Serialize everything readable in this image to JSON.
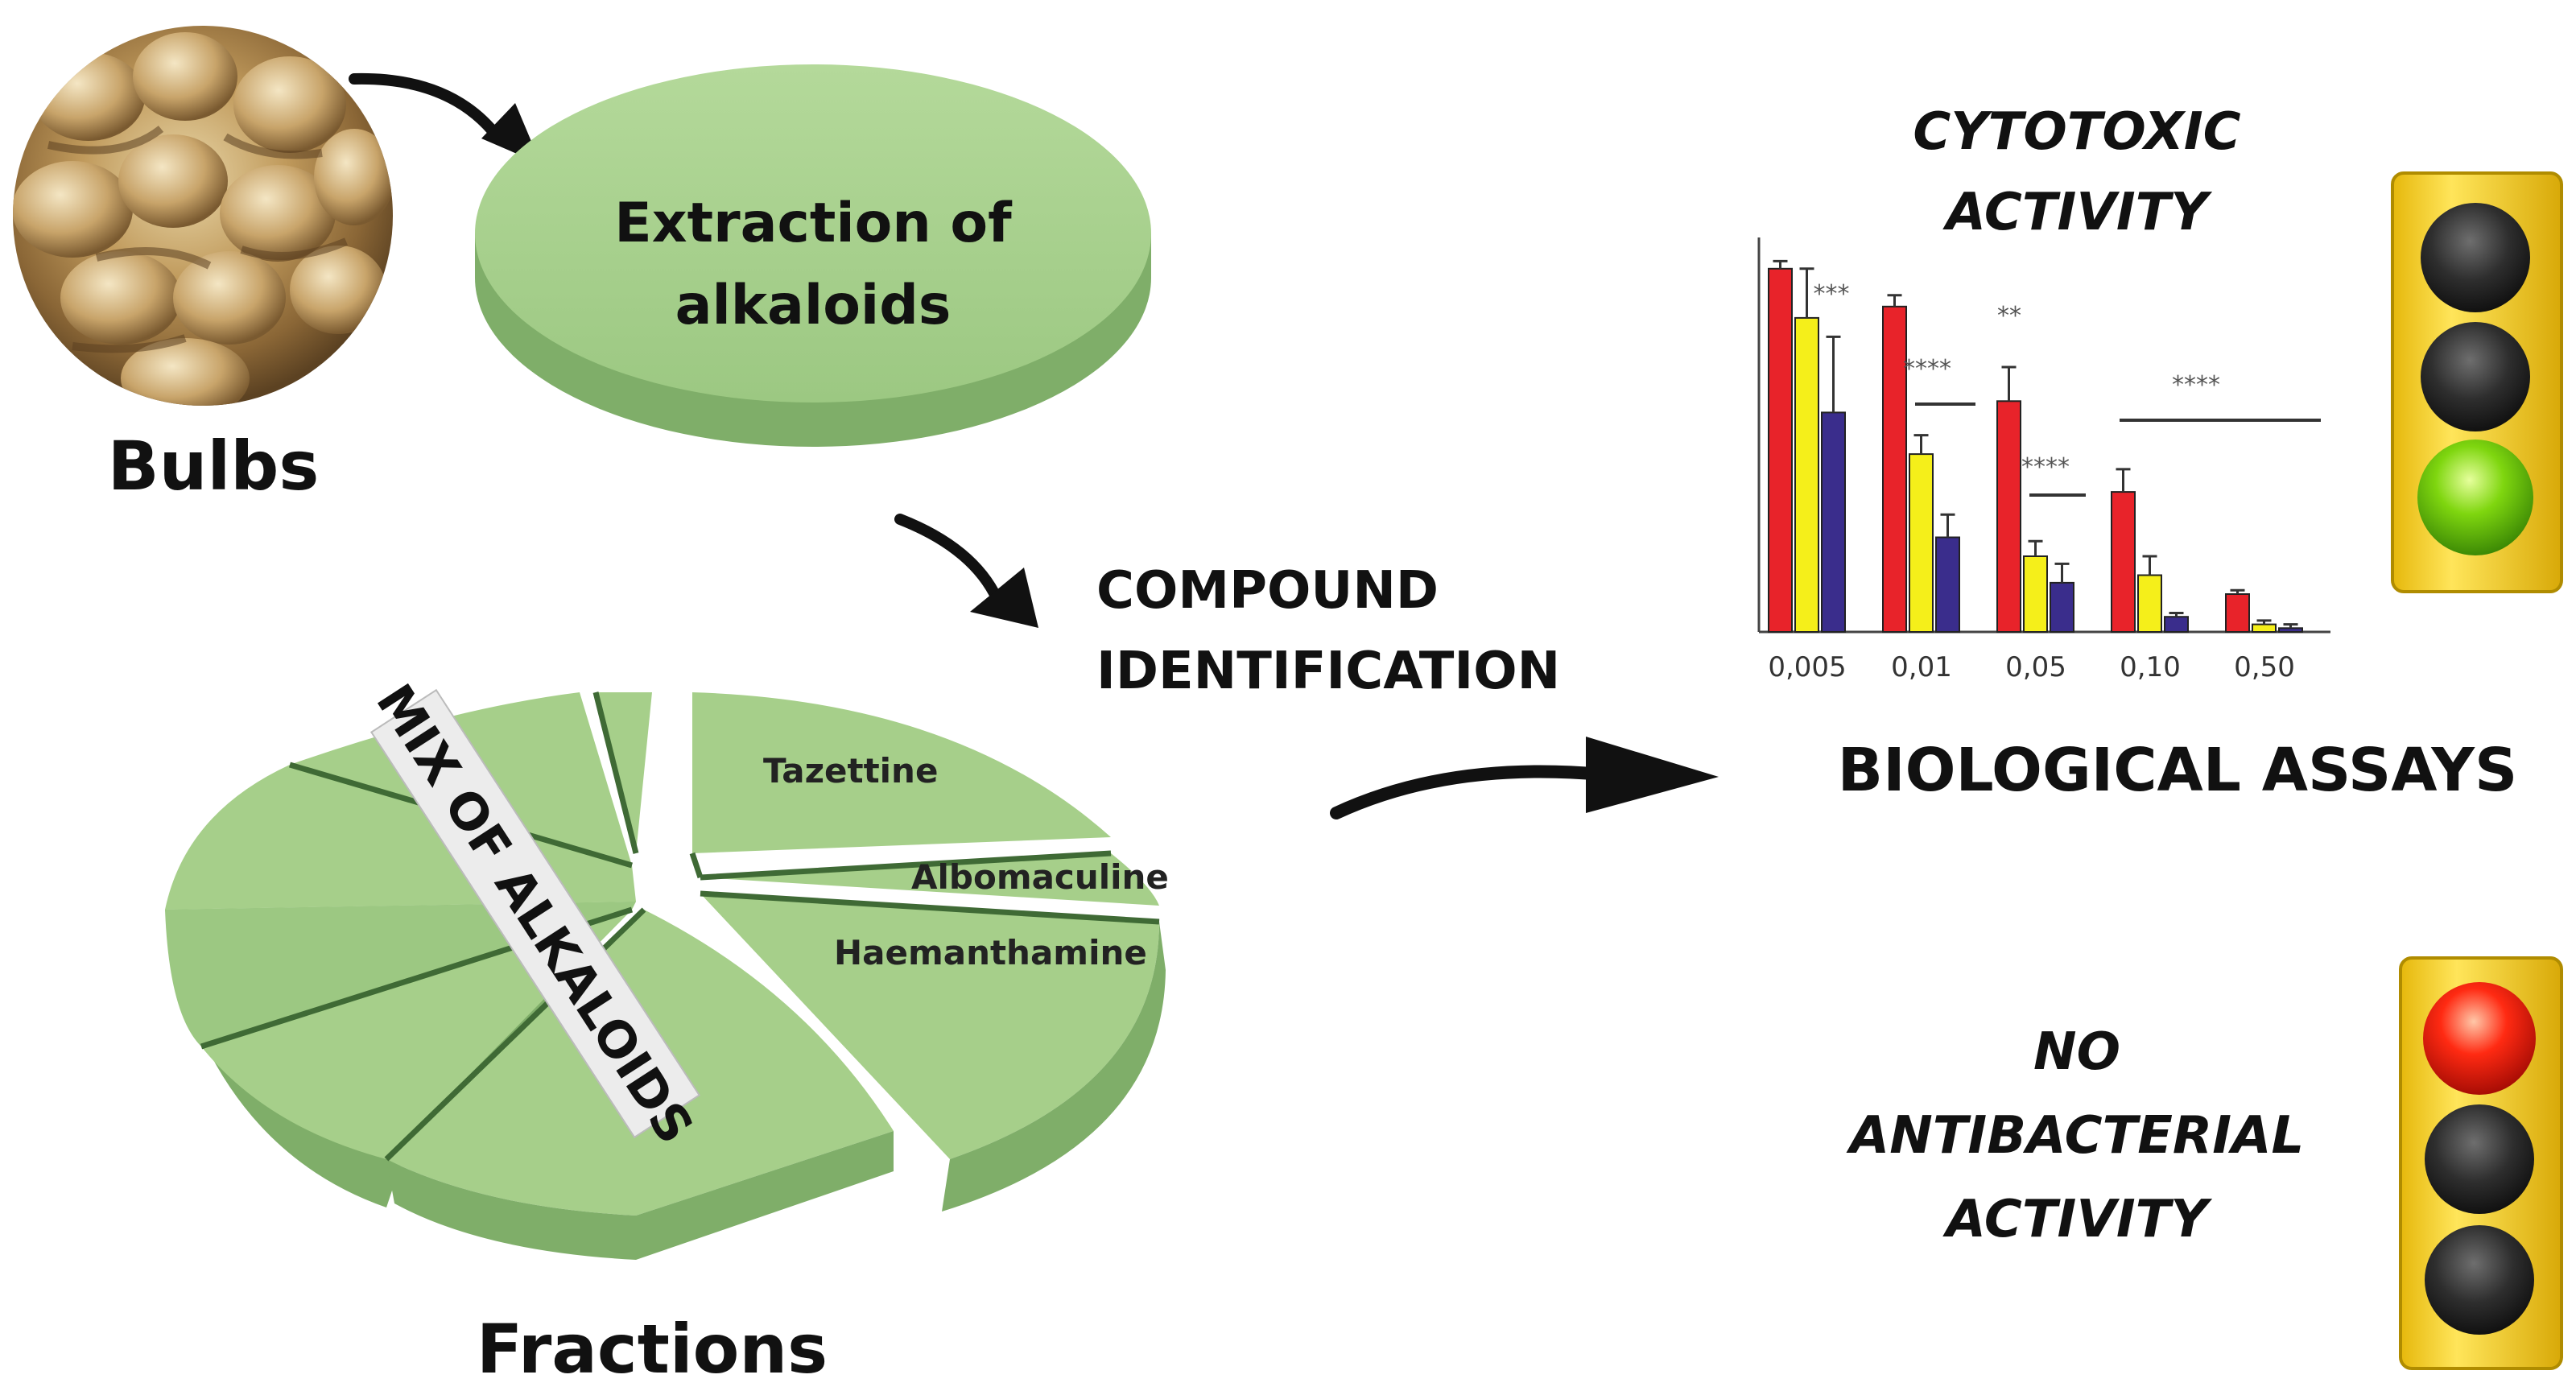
{
  "labels": {
    "bulbs": "Bulbs",
    "extraction": [
      "Extraction of",
      "alkaloids"
    ],
    "compound_identification": [
      "COMPOUND",
      "IDENTIFICATION"
    ],
    "fractions": "Fractions",
    "mix_of_alkaloids": "MIX OF ALKALOIDS",
    "biological_assays": "BIOLOGICAL ASSAYS",
    "cytotoxic_activity": [
      "CYTOTOXIC",
      "ACTIVITY"
    ],
    "no_antibacterial_activity": [
      "NO",
      "ANTIBACTERIAL",
      "ACTIVITY"
    ]
  },
  "pie_labels": {
    "tazettine": "Tazettine",
    "albomaculine": "Albomaculine",
    "haemanthamine": "Haemanthamine"
  },
  "colors": {
    "disk_top": "#a6cf8a",
    "disk_side": "#7fae69",
    "traffic_body": "#f7d117",
    "light_on_green": "#7fd60f",
    "light_on_red": "#ff2a12",
    "light_off": "#2a2a2a",
    "series_red": "#e8232a",
    "series_yellow": "#f5ef1a",
    "series_blue": "#3a2d8c"
  },
  "chart_data": {
    "type": "bar",
    "title": "",
    "xlabel": "",
    "ylabel": "",
    "categories": [
      "0,005",
      "0,01",
      "0,05",
      "0,10",
      "0,50"
    ],
    "ylim": [
      0,
      100
    ],
    "series": [
      {
        "values": [
          96,
          86,
          61,
          37,
          10
        ],
        "errors": [
          2,
          3,
          9,
          6,
          1
        ]
      },
      {
        "values": [
          83,
          47,
          20,
          15,
          2
        ],
        "errors": [
          13,
          5,
          4,
          5,
          1
        ]
      },
      {
        "values": [
          58,
          25,
          13,
          4,
          1
        ],
        "errors": [
          20,
          6,
          5,
          1,
          1
        ]
      }
    ],
    "significance": [
      {
        "text": "***",
        "group": 0
      },
      {
        "text": "****",
        "group": 1
      },
      {
        "text": "**",
        "group": 2
      },
      {
        "text": "****",
        "group": 2
      },
      {
        "text": "****",
        "group": 3
      }
    ]
  },
  "traffic_lights": {
    "top": {
      "lit": "bottom",
      "lit_color": "green"
    },
    "bottom": {
      "lit": "top",
      "lit_color": "red"
    }
  }
}
